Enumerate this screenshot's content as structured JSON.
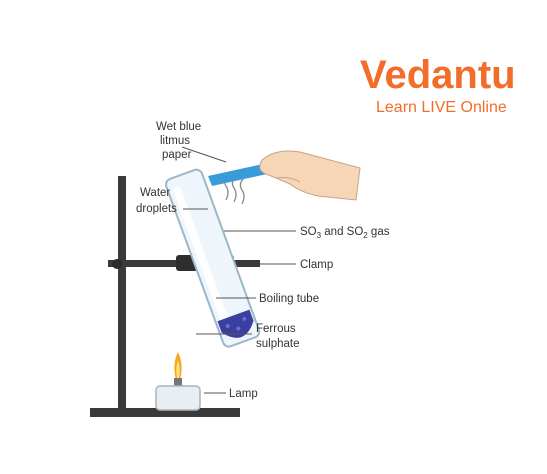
{
  "logo": {
    "name": "Vedantu",
    "tagline": "Learn LIVE Online",
    "color": "#f26d2a"
  },
  "labels": {
    "litmus_line1": "Wet blue",
    "litmus_line2": "litmus",
    "litmus_line3": "paper",
    "water_line1": "Water",
    "water_line2": "droplets",
    "gas_a": "SO",
    "gas_a_sub": "3",
    "gas_mid": " and SO",
    "gas_b_sub": "2",
    "gas_end": " gas",
    "clamp": "Clamp",
    "tube": "Boiling tube",
    "ferrous_line1": "Ferrous",
    "ferrous_line2": "sulphate",
    "lamp": "Lamp"
  },
  "colors": {
    "stand": "#3a3a3a",
    "litmus": "#3a9bd9",
    "sulphate": "#3b3fa0",
    "flame": "#f5a623",
    "skin": "#f7d6b8"
  }
}
